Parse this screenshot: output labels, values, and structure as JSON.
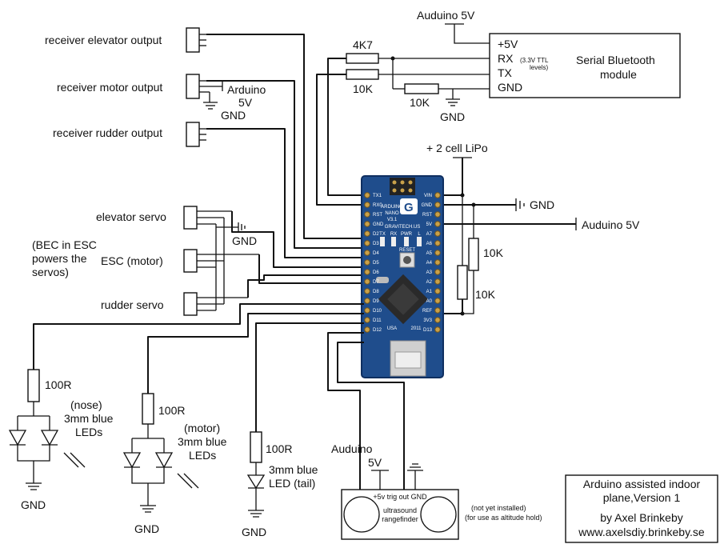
{
  "receivers": {
    "elevator": "receiver elevator output",
    "motor": "receiver motor output",
    "rudder": "receiver rudder output",
    "arduino": "Arduino",
    "five_v": "5V",
    "gnd": "GND"
  },
  "servos": {
    "elevator": "elevator servo",
    "esc": "ESC (motor)",
    "rudder": "rudder servo",
    "bec_note": [
      "(BEC in ESC",
      "powers the",
      "servos)"
    ],
    "gnd": "GND"
  },
  "bluetooth": {
    "top_supply": "Auduino 5V",
    "pins": [
      "+5V",
      "RX",
      "TX",
      "GND"
    ],
    "rx_note": [
      "(3.3V TTL",
      "levels)"
    ],
    "module_label": [
      "Serial Bluetooth",
      "module"
    ],
    "resistor_4k7": "4K7",
    "resistor_10k_a": "10K",
    "resistor_10k_b": "10K",
    "gnd": "GND"
  },
  "power": {
    "lipo": "+ 2 cell LiPo",
    "gnd": "GND",
    "supply_5v": "Auduino 5V",
    "divider_top": "10K",
    "divider_bottom": "10K"
  },
  "nano": {
    "header": [
      "ARDUINO",
      "NANO",
      "V3.1",
      "GRAVITECH.US"
    ],
    "leds": [
      "TX",
      "RX",
      "PWR",
      "L"
    ],
    "reset": "RESET",
    "usa": "USA",
    "year": "2011",
    "left_pins": [
      "TX1",
      "RX0",
      "RST",
      "GND",
      "D2",
      "D3",
      "D4",
      "D5",
      "D6",
      "D7",
      "D8",
      "D9",
      "D10",
      "D11",
      "D12"
    ],
    "right_pins": [
      "VIN",
      "GND",
      "RST",
      "5V",
      "A7",
      "A6",
      "A5",
      "A4",
      "A3",
      "A2",
      "A1",
      "A0",
      "REF",
      "3V3",
      "D13"
    ]
  },
  "leds": {
    "nose": {
      "resistor": "100R",
      "label": [
        "(nose)",
        "3mm blue",
        "LEDs"
      ],
      "gnd": "GND"
    },
    "motor": {
      "resistor": "100R",
      "label": [
        "(motor)",
        "3mm blue",
        "LEDs"
      ],
      "gnd": "GND"
    },
    "tail": {
      "resistor": "100R",
      "label": [
        "3mm blue",
        "LED  (tail)"
      ],
      "gnd": "GND"
    }
  },
  "ultrasound": {
    "supply": [
      "Auduino",
      "5V"
    ],
    "pins_label": "+5v trig out GND",
    "name": [
      "ultrasound",
      "rangefinder"
    ],
    "note": [
      "(not yet installed)",
      "(for use as altitude hold)"
    ]
  },
  "credits": {
    "lines": [
      "Arduino assisted indoor",
      "plane,Version 1",
      "by Axel Brinkeby",
      "www.axelsdiy.brinkeby.se"
    ]
  },
  "colors": {
    "board": "#1f4d8c",
    "board_edge": "#0f2f60",
    "wire": "#111111"
  }
}
